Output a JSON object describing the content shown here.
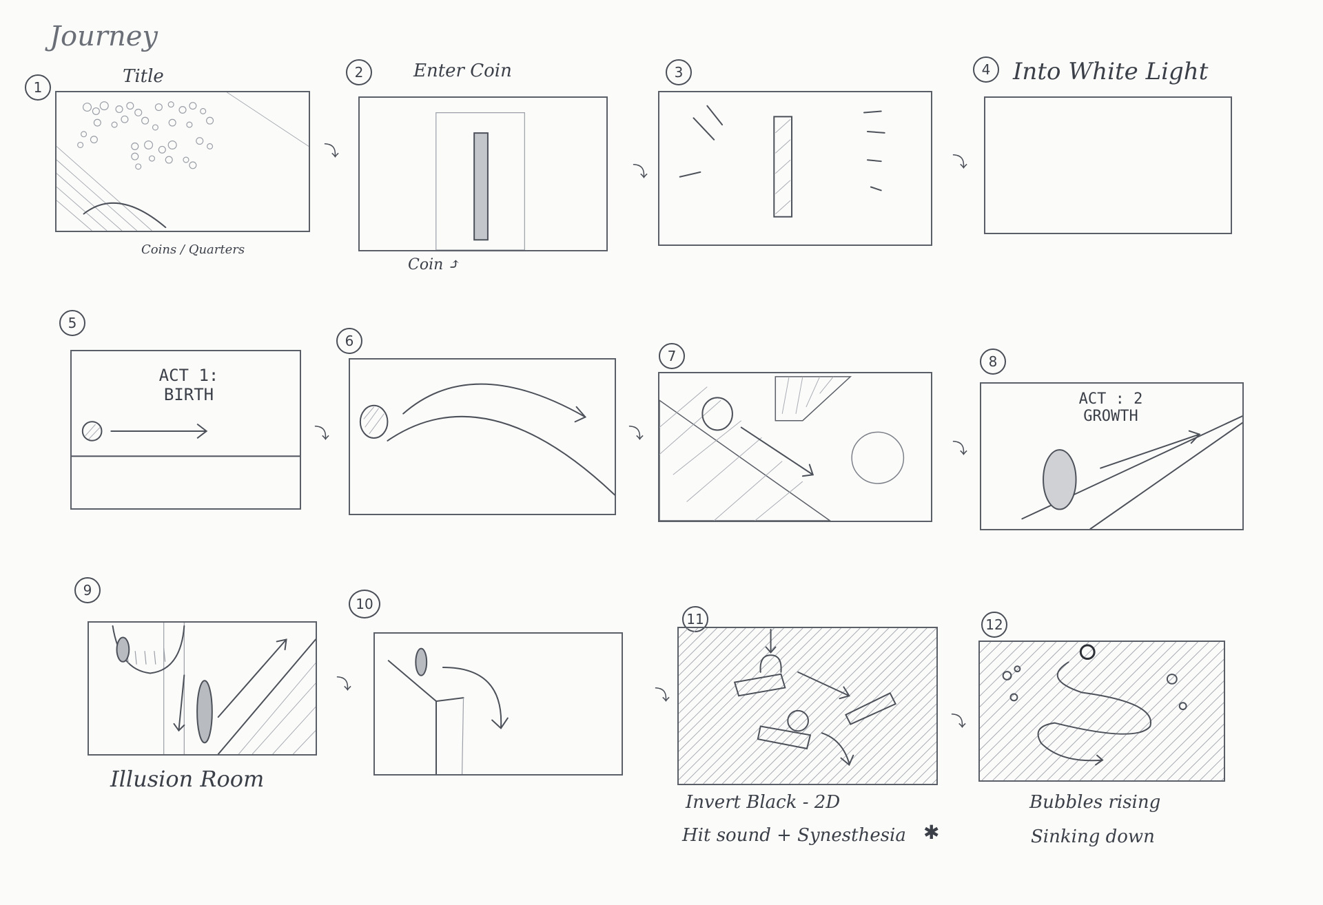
{
  "sheet": {
    "title": "Journey"
  },
  "panels": [
    {
      "number": "1",
      "caption": "Title",
      "note": "Coins / Quarters"
    },
    {
      "number": "2",
      "caption": "Enter Coin",
      "note": "Coin ⤴"
    },
    {
      "number": "3"
    },
    {
      "number": "4",
      "caption": "Into White Light"
    },
    {
      "number": "5",
      "text_lines": [
        "ACT 1:",
        "BIRTH"
      ]
    },
    {
      "number": "6"
    },
    {
      "number": "7"
    },
    {
      "number": "8",
      "text_lines": [
        "ACT : 2",
        "GROWTH"
      ]
    },
    {
      "number": "9",
      "note": "Illusion Room"
    },
    {
      "number": "10"
    },
    {
      "number": "11",
      "note_lines": [
        "Invert Black - 2D",
        "Hit sound + Synesthesia"
      ]
    },
    {
      "number": "12",
      "note_lines": [
        "Bubbles rising",
        "Sinking down"
      ]
    }
  ],
  "icons": {
    "transition": "curved-arrow-icon"
  },
  "colors": {
    "paper": "#fbfbfa",
    "pencil": "#4c5059",
    "shade": "#a8acb3"
  }
}
